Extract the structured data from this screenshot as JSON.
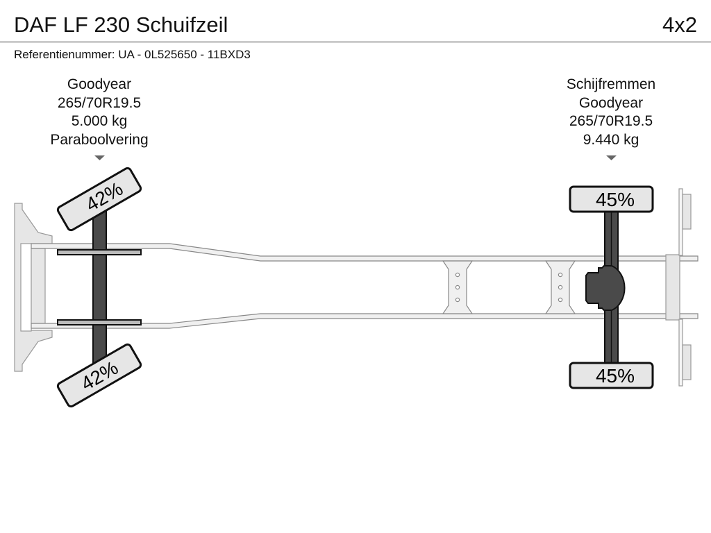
{
  "header": {
    "title": "DAF LF 230 Schuifzeil",
    "axle_config": "4x2"
  },
  "reference": "Referentienummer: UA - 0L525650 - 11BXD3",
  "front_axle": {
    "lines": [
      "Goodyear",
      "265/70R19.5",
      "5.000 kg",
      "Paraboolvering"
    ],
    "tire_left": "42%",
    "tire_right": "42%"
  },
  "rear_axle": {
    "lines": [
      "Schijfremmen",
      "Goodyear",
      "265/70R19.5",
      "9.440 kg"
    ],
    "tire_left": "45%",
    "tire_right": "45%"
  },
  "colors": {
    "axle": "#4a4a4a",
    "frame": "#f0f0f0",
    "frame_stroke": "#888888",
    "tire": "#e6e6e6"
  }
}
